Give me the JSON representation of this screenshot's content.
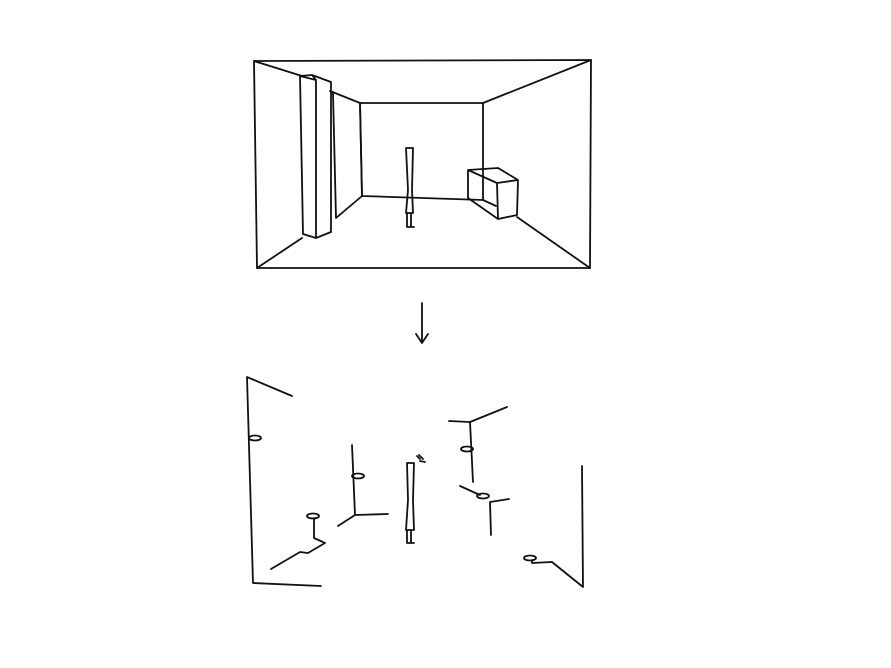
{
  "colors": {
    "background": "#ffffff",
    "stroke": "#111111"
  },
  "panels": [
    {
      "id": "enclosed-room",
      "description_icon": "room-perspective-sketch"
    },
    {
      "id": "transition-arrow",
      "description_icon": "arrow-down-icon"
    },
    {
      "id": "open-fragments",
      "description_icon": "fragmented-walls-sketch"
    }
  ]
}
